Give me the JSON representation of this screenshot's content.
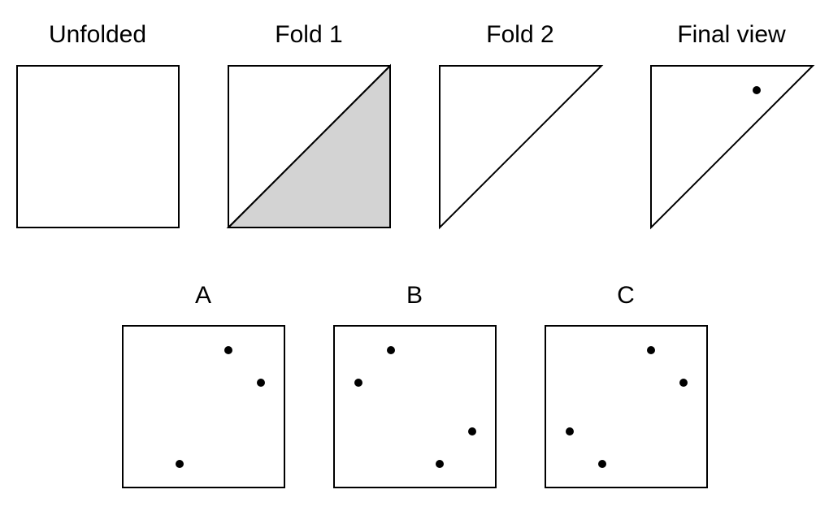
{
  "steps": [
    {
      "label": "Unfolded"
    },
    {
      "label": "Fold 1"
    },
    {
      "label": "Fold 2"
    },
    {
      "label": "Final view"
    }
  ],
  "options": [
    {
      "label": "A"
    },
    {
      "label": "B"
    },
    {
      "label": "C"
    }
  ],
  "colors": {
    "folded_region": "#d3d3d3",
    "outline": "#000000",
    "paper": "#ffffff"
  }
}
